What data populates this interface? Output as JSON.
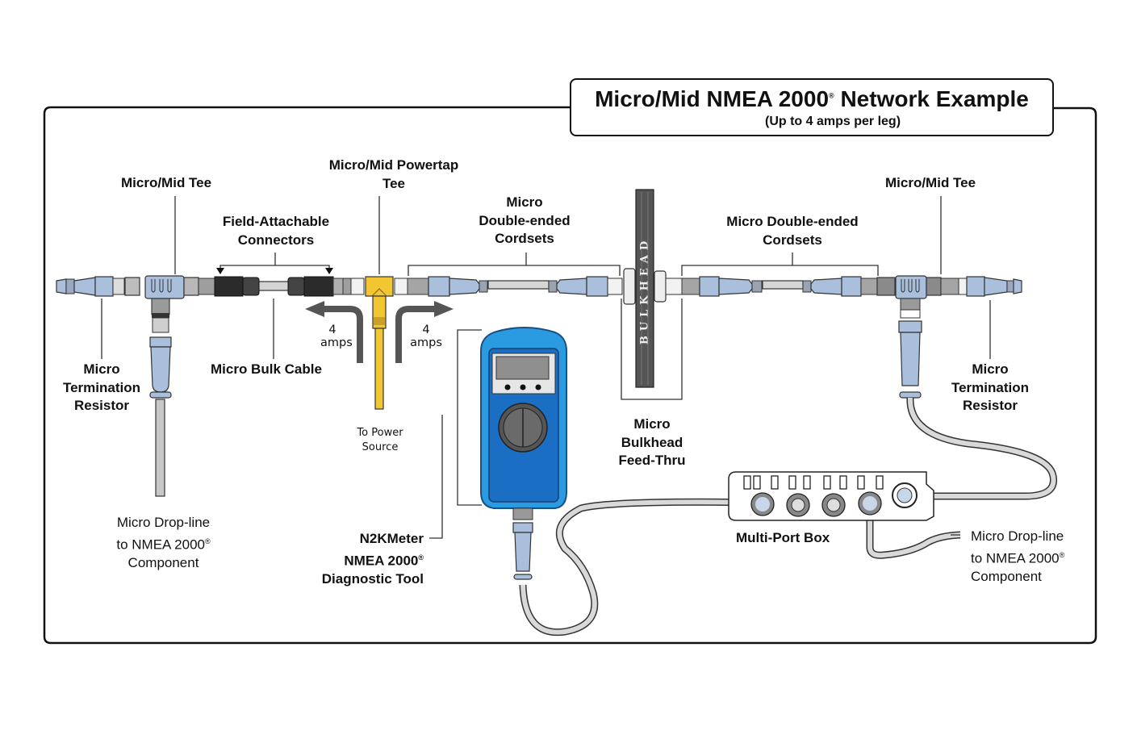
{
  "title": {
    "main": "Micro/Mid NMEA 2000",
    "registered_mark": "®",
    "main_suffix": " Network Example",
    "subtitle": "(Up to 4 amps per leg)"
  },
  "labels": {
    "tee_left": "Micro/Mid Tee",
    "powertap_line1": "Micro/Mid Powertap",
    "powertap_line2": "Tee",
    "field_attach_line1": "Field-Attachable",
    "field_attach_line2": "Connectors",
    "double_ended_left_line1": "Micro",
    "double_ended_left_line2": "Double-ended",
    "double_ended_left_line3": "Cordsets",
    "double_ended_right_line1": "Micro Double-ended",
    "double_ended_right_line2": "Cordsets",
    "tee_right": "Micro/Mid Tee",
    "term_left_line1": "Micro",
    "term_left_line2": "Termination",
    "term_left_line3": "Resistor",
    "term_right_line1": "Micro",
    "term_right_line2": "Termination",
    "term_right_line3": "Resistor",
    "bulk_cable": "Micro Bulk Cable",
    "amps_left_line1": "4",
    "amps_left_line2": "amps",
    "amps_right_line1": "4",
    "amps_right_line2": "amps",
    "power_source_line1": "To Power",
    "power_source_line2": "Source",
    "bulkhead_text": "BULKHEAD",
    "bulkhead_line1": "Micro",
    "bulkhead_line2": "Bulkhead",
    "bulkhead_line3": "Feed-Thru",
    "dropline_left_line1": "Micro Drop-line",
    "dropline_left_line2": "to NMEA 2000",
    "dropline_left_line3": "Component",
    "n2k_line1": "N2KMeter",
    "n2k_line2": "NMEA 2000",
    "n2k_line3": "Diagnostic Tool",
    "multiport": "Multi-Port Box",
    "dropline_right_line1": "Micro Drop-line",
    "dropline_right_line2": "to NMEA 2000",
    "dropline_right_line3": "Component",
    "reg": "®"
  },
  "colors": {
    "connector_blue": "#a9bfdc",
    "powertap_yellow": "#f2c533",
    "meter_blue": "#1e90d6",
    "meter_dark_blue": "#1a6fc4",
    "field_connector_black": "#2b2b2b",
    "bulkhead_gray": "#555555",
    "cable_gray": "#d9d9d9",
    "outline": "#111111"
  }
}
